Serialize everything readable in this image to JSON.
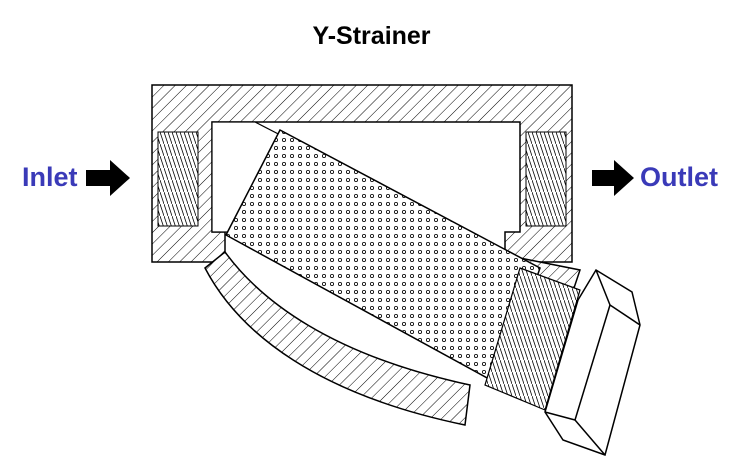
{
  "title": "Y-Strainer",
  "labels": {
    "inlet": "Inlet",
    "outlet": "Outlet"
  },
  "colors": {
    "label_color": "#3a3ab8",
    "line_color": "#000000",
    "background": "#ffffff"
  },
  "icons": {
    "inlet_arrow": "right-arrow-icon",
    "outlet_arrow": "right-arrow-icon"
  }
}
